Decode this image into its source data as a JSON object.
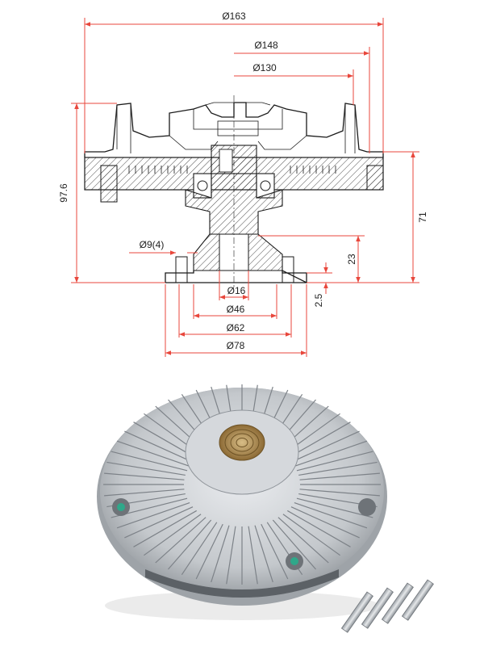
{
  "dimensions": {
    "d163": "Ø163",
    "d148": "Ø148",
    "d130": "Ø130",
    "h97_6": "97.6",
    "h71": "71",
    "d9_4": "Ø9(4)",
    "h23": "23",
    "d16": "Ø16",
    "d46": "Ø46",
    "h2_5": "2.5",
    "d62": "Ø62",
    "d78": "Ø78"
  },
  "colors": {
    "dimension_line": "#e8473c",
    "outline": "#1a1a1a",
    "aluminum": "#c9ccd0",
    "bimetal_coil": "#b8965a"
  },
  "icons": {
    "drawing": "fan-clutch-cross-section-icon",
    "photo": "fan-clutch-photo-icon",
    "studs": "mounting-studs-icon"
  }
}
